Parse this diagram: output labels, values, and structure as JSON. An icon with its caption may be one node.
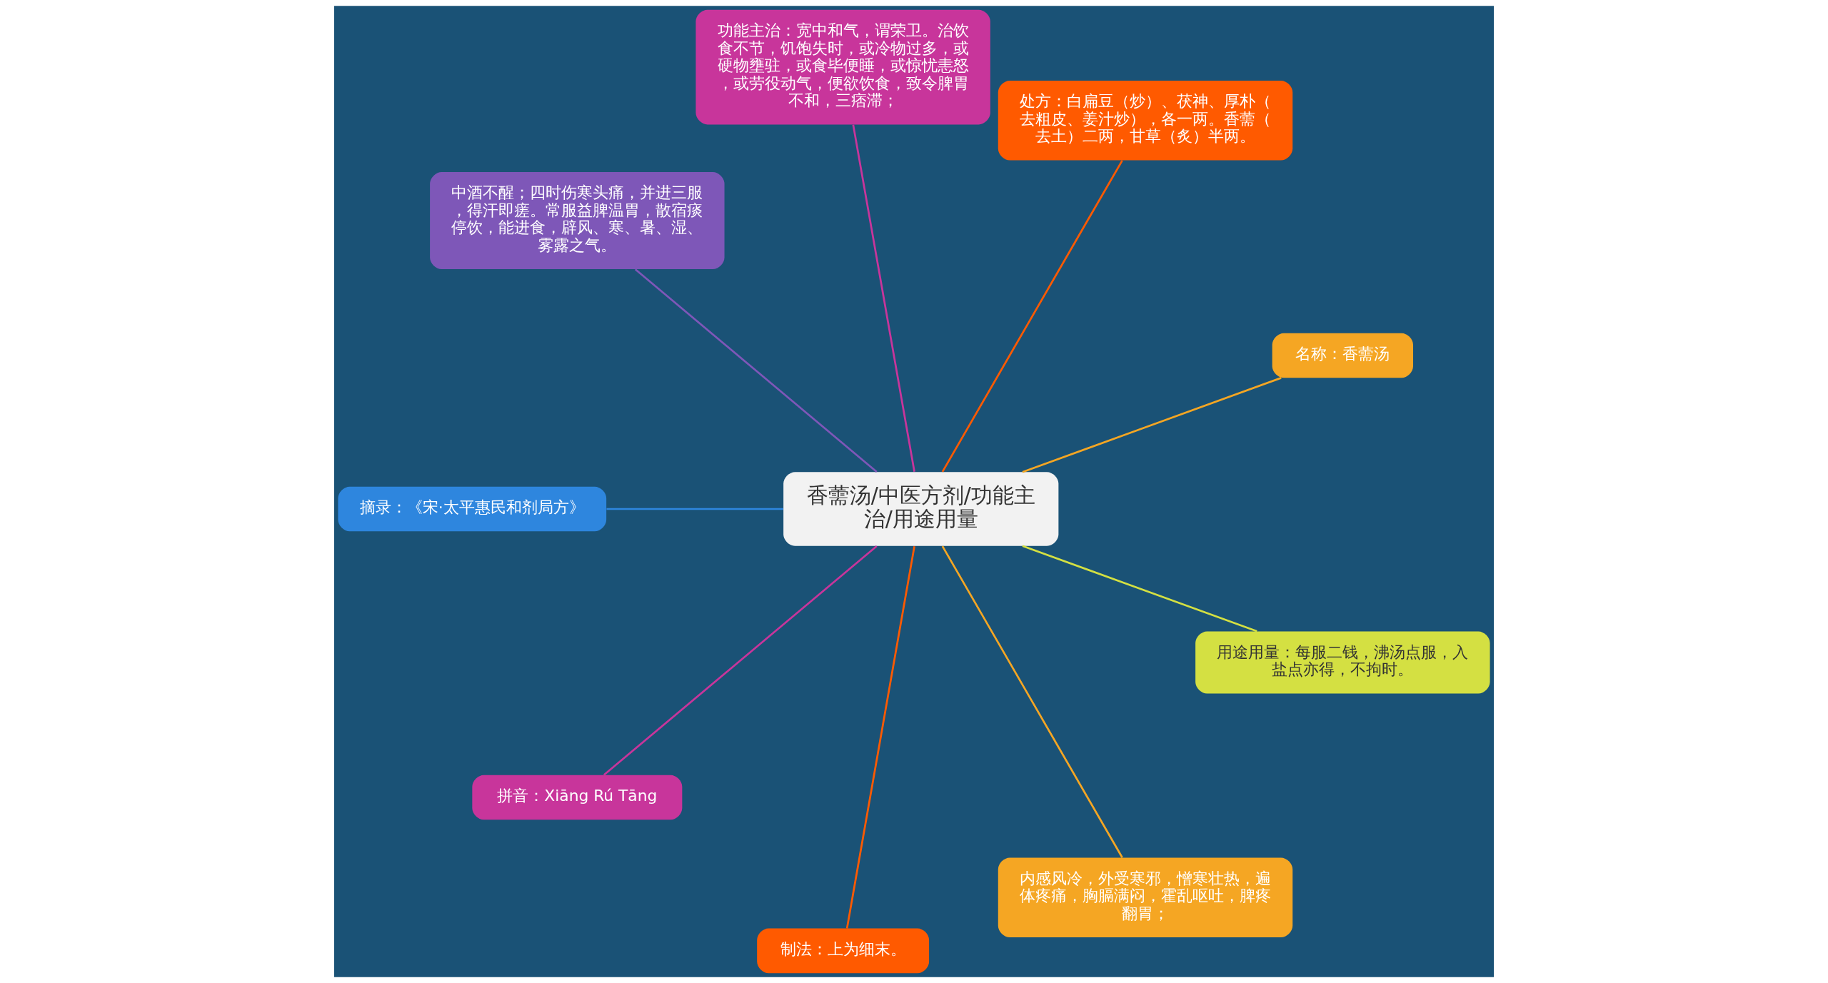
{
  "diagram": {
    "nodes": [
      {
        "text": [
          "香薷汤/中医方剂/功能主治/用途用量"
        ]
      },
      {
        "text": [
          "名称：香薷汤"
        ]
      },
      {
        "text": [
          "处方：白扁豆（炒）、茯神、厚朴（去粗皮、姜汁炒），各一两。香薷（去土）二两，甘草（炙）半两。"
        ]
      },
      {
        "text": [
          "功能主治：宽中和气，谓荣卫。治饮食不节，饥饱失时，或冷物过多，或硬物壅驻，或食毕便睡，或惊忧恚怒，或劳役动气，便欲饮食，致令脾胃不和，三痞滞；"
        ]
      },
      {
        "text": [
          "中酒不醒；四时伤寒头痛，并进三服，得汗即瘥。常服益脾温胃，散宿痰停饮，能进食，辟风、寒、暑、湿、雾露之气。"
        ]
      },
      {
        "text": [
          "摘录：《宋·太平惠民和剂局方》"
        ]
      },
      {
        "text": [
          "拼音：Xiāng Rú Tāng"
        ]
      },
      {
        "text": [
          "制法：上为细末。"
        ]
      },
      {
        "text": [
          "内感风冷，外受寒邪，憎寒壮热，遍体疼痛，胸膈满闷，霍乱呕吐，脾疼翻胃；"
        ]
      },
      {
        "text": [
          "用途用量：每服二钱，沸汤点服，入盐点亦得，不拘时。"
        ]
      }
    ],
    "edges": [
      {
        "from": 0,
        "to": 1,
        "arrow": "none",
        "color": "#f5a623"
      },
      {
        "from": 0,
        "to": 2,
        "arrow": "none",
        "color": "#ff5a00"
      },
      {
        "from": 0,
        "to": 3,
        "arrow": "none",
        "color": "#c8359b"
      },
      {
        "from": 0,
        "to": 4,
        "arrow": "none",
        "color": "#7e57b8"
      },
      {
        "from": 0,
        "to": 5,
        "arrow": "none",
        "color": "#2e86de"
      },
      {
        "from": 0,
        "to": 6,
        "arrow": "none",
        "color": "#c8359b"
      },
      {
        "from": 0,
        "to": 7,
        "arrow": "none",
        "color": "#ff5a00"
      },
      {
        "from": 0,
        "to": 8,
        "arrow": "none",
        "color": "#f5a623"
      },
      {
        "from": 0,
        "to": 9,
        "arrow": "none",
        "color": "#d4e042"
      }
    ]
  }
}
